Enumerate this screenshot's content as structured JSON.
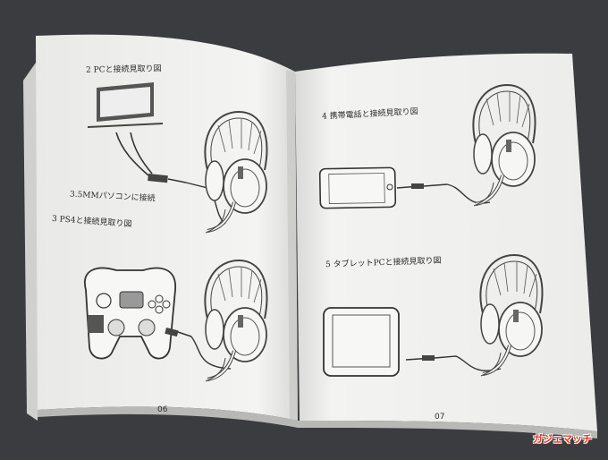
{
  "booklet": {
    "left_page": {
      "section_pc": "2 PCと接続見取り図",
      "section_pc_cable_note": "3.5MMパソコンに接続",
      "section_ps4": "3 PS4と接続見取り図",
      "page_number": "06"
    },
    "right_page": {
      "section_phone": "4 携帯電話と接続見取り図",
      "section_tablet": "5 タブレットPCと接続見取り図",
      "page_number": "07"
    }
  },
  "watermark": {
    "text": "ガジェマッチ"
  },
  "colors": {
    "background": "#3a3c40",
    "paper": "#f4f4f2",
    "line": "#444444",
    "watermark": "#e8331c"
  }
}
